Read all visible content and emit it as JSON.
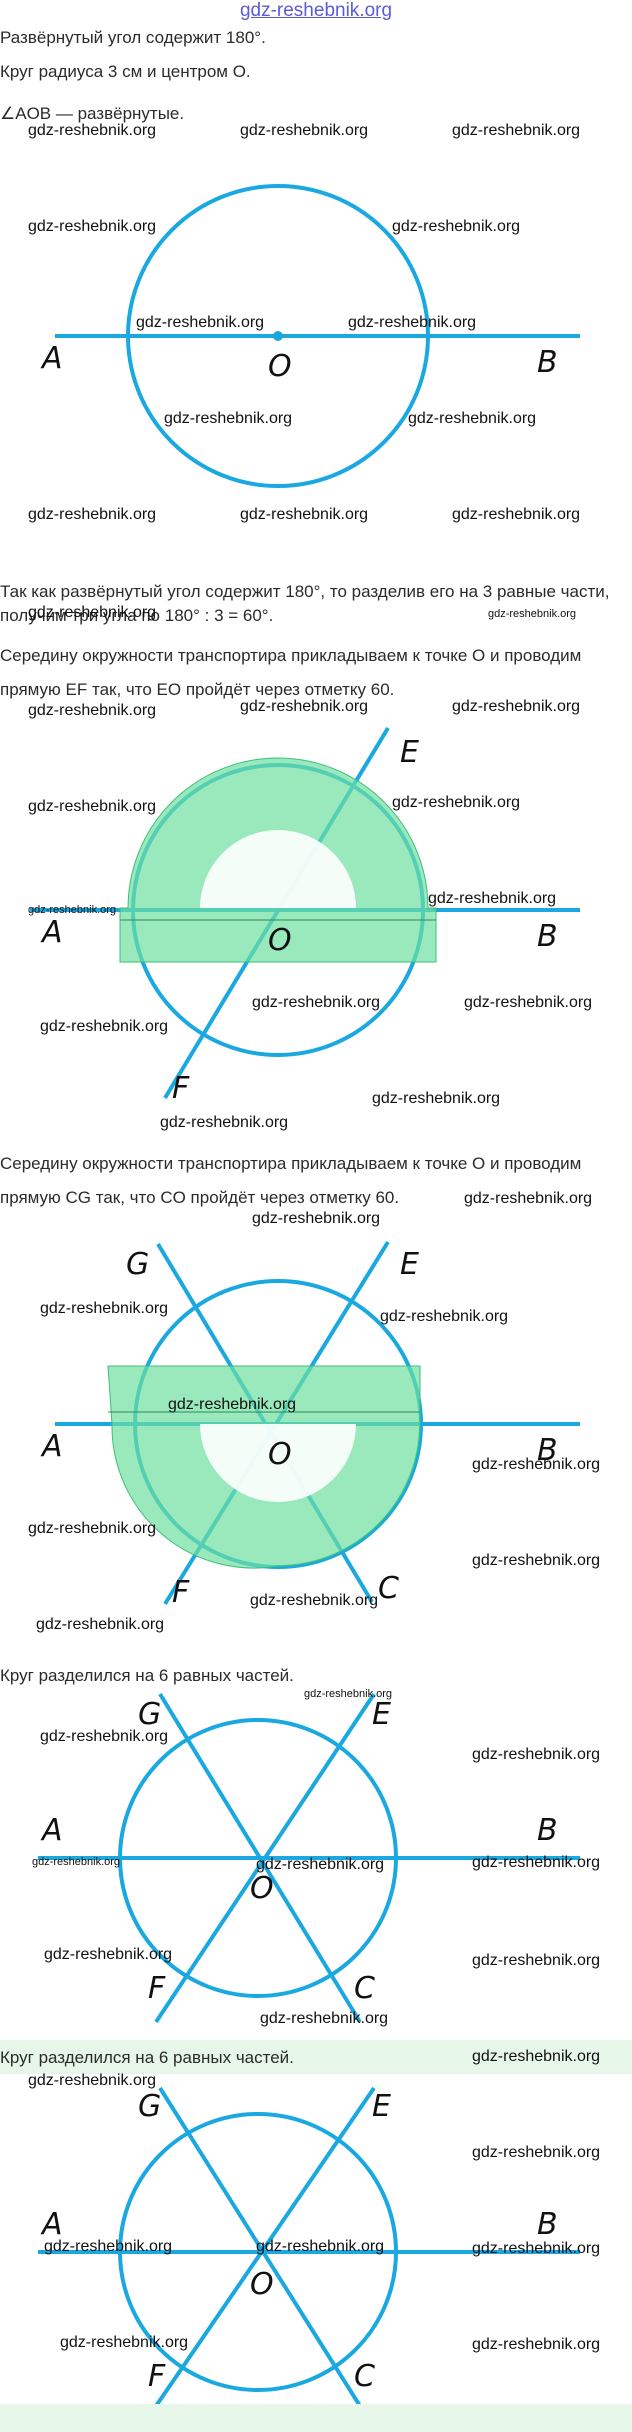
{
  "header": {
    "site": "gdz-reshebnik.org"
  },
  "text": {
    "p1": "Развёрнутый угол содержит 180°.",
    "p2": "Круг радиуса 3 см и центром O.",
    "p3": "∠AOB — развёрнутые.",
    "p4a": "Так как развёрнутый угол содержит 180°, то разделив его на 3 равные части,",
    "p4b": "получим три угла по 180° : 3 = 60°.",
    "p5a": "Середину окружности транспортира прикладываем к точке O и проводим",
    "p5b": "прямую EF так, что EO пройдёт через отметку 60.",
    "p6a": "Середину окружности транспортира прикладываем к точке O и проводим",
    "p6b": "прямую CG так, что CO пройдёт через отметку 60.",
    "p7": "Круг разделился на 6 равных частей.",
    "p8": "Круг разделился на 6 равных частей."
  },
  "labels": {
    "A": "A",
    "B": "B",
    "O": "O",
    "E": "E",
    "F": "F",
    "G": "G",
    "C": "C"
  },
  "watermark": "gdz-reshebnik.org",
  "colors": {
    "line": "#1aa8e0",
    "protractor": "#6ee0a0",
    "header": "#5b5bd6",
    "band": "#e6f7ea"
  }
}
